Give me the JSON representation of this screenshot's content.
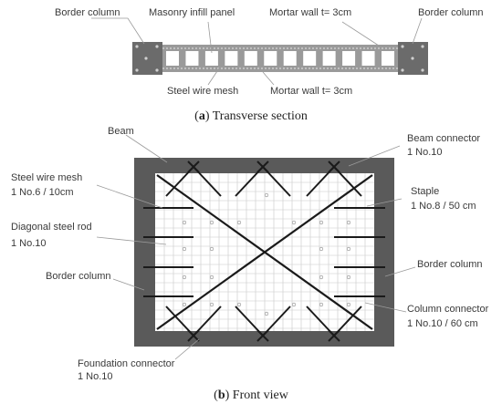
{
  "transverse_section": {
    "labels": {
      "border_column_left": "Border column",
      "masonry_infill_panel": "Masonry infill panel",
      "mortar_wall_top": "Mortar wall t= 3cm",
      "border_column_right": "Border column",
      "steel_wire_mesh": "Steel wire mesh",
      "mortar_wall_bottom": "Mortar wall t= 3cm"
    },
    "caption": {
      "letter": "a",
      "text": "Transverse section"
    }
  },
  "front_view": {
    "labels": {
      "beam": "Beam",
      "beam_connector": "Beam connector",
      "beam_connector_spec": "1 No.10",
      "steel_wire_mesh": "Steel wire mesh",
      "steel_wire_mesh_spec": "1 No.6 / 10cm",
      "staple": "Staple",
      "staple_spec": "1 No.8 / 50 cm",
      "diagonal_steel_rod": "Diagonal steel rod",
      "diagonal_steel_rod_spec": "1 No.10",
      "border_column_left": "Border column",
      "border_column_right": "Border column",
      "column_connector": "Column connector",
      "column_connector_spec": "1 No.10 / 60 cm",
      "foundation_connector": "Foundation connector",
      "foundation_connector_spec": "1 No.10"
    },
    "caption": {
      "letter": "b",
      "text": "Front view"
    }
  },
  "colors": {
    "frame": "#5a5a5a",
    "panel": "#ffffff",
    "grid": "#c8c8c8",
    "rod": "#1a1a1a",
    "column_block": "#6b6b6b",
    "mortar_strip": "#9a9a9a",
    "masonry_block": "#ffffff"
  }
}
